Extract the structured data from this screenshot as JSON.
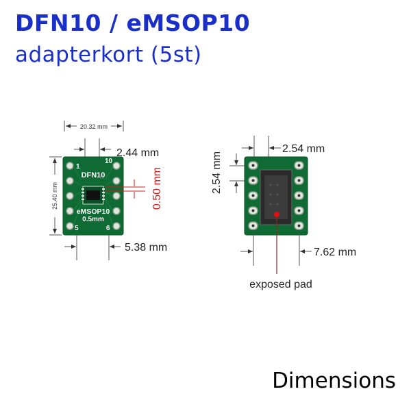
{
  "header": {
    "title": "DFN10 / eMSOP10",
    "subtitle": "adapterkort (5st)"
  },
  "footer": {
    "label": "Dimensions"
  },
  "left_board": {
    "width_dim": "20.32 mm",
    "height_dim": "25.40 mm",
    "pin_pitch_dim": "2.44 mm",
    "pad_pitch_dim": "0.50 mm",
    "row_spacing_dim": "5.38 mm",
    "pin1_label": "1",
    "pin10_label": "10",
    "pin5_label": "5",
    "pin6_label": "6",
    "silk_top": "DFN10",
    "silk_bottom_1": "eMSOP10",
    "silk_bottom_2": "0.5mm",
    "board_color": "#0f6a34",
    "dim_red_color": "#d0191b"
  },
  "right_board": {
    "pitch_h_dim": "2.54 mm",
    "pitch_v_dim": "2.54 mm",
    "row_spacing_dim": "7.62 mm",
    "pad_callout": "exposed pad",
    "pad_marker_color": "#e01010",
    "callout_line_color": "#8a2a1a"
  }
}
